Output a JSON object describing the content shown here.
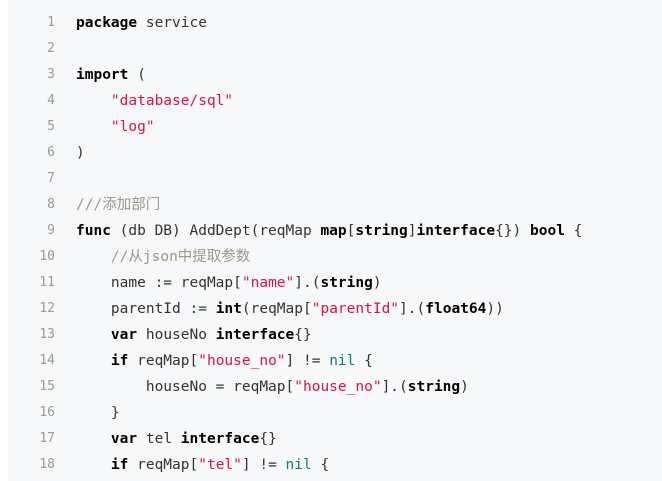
{
  "lines": [
    {
      "n": "1",
      "tokens": [
        {
          "t": "kw",
          "v": "package"
        },
        {
          "t": "pl",
          "v": " service"
        }
      ]
    },
    {
      "n": "2",
      "tokens": []
    },
    {
      "n": "3",
      "tokens": [
        {
          "t": "kw",
          "v": "import"
        },
        {
          "t": "pl",
          "v": " ("
        }
      ]
    },
    {
      "n": "4",
      "tokens": [
        {
          "t": "pl",
          "v": "    "
        },
        {
          "t": "str",
          "v": "\"database/sql\""
        }
      ]
    },
    {
      "n": "5",
      "tokens": [
        {
          "t": "pl",
          "v": "    "
        },
        {
          "t": "str",
          "v": "\"log\""
        }
      ]
    },
    {
      "n": "6",
      "tokens": [
        {
          "t": "pl",
          "v": ")"
        }
      ]
    },
    {
      "n": "7",
      "tokens": []
    },
    {
      "n": "8",
      "tokens": [
        {
          "t": "cmt",
          "v": "///添加部门"
        }
      ]
    },
    {
      "n": "9",
      "tokens": [
        {
          "t": "kw",
          "v": "func"
        },
        {
          "t": "pl",
          "v": " (db DB) AddDept(reqMap "
        },
        {
          "t": "kw",
          "v": "map"
        },
        {
          "t": "pl",
          "v": "["
        },
        {
          "t": "kw",
          "v": "string"
        },
        {
          "t": "pl",
          "v": "]"
        },
        {
          "t": "kw",
          "v": "interface"
        },
        {
          "t": "pl",
          "v": "{}) "
        },
        {
          "t": "kw",
          "v": "bool"
        },
        {
          "t": "pl",
          "v": " {"
        }
      ]
    },
    {
      "n": "10",
      "tokens": [
        {
          "t": "pl",
          "v": "    "
        },
        {
          "t": "cmt",
          "v": "//从json中提取参数"
        }
      ]
    },
    {
      "n": "11",
      "tokens": [
        {
          "t": "pl",
          "v": "    name := reqMap["
        },
        {
          "t": "str",
          "v": "\"name\""
        },
        {
          "t": "pl",
          "v": "].("
        },
        {
          "t": "kw",
          "v": "string"
        },
        {
          "t": "pl",
          "v": ")"
        }
      ]
    },
    {
      "n": "12",
      "tokens": [
        {
          "t": "pl",
          "v": "    parentId := "
        },
        {
          "t": "kw",
          "v": "int"
        },
        {
          "t": "pl",
          "v": "(reqMap["
        },
        {
          "t": "str",
          "v": "\"parentId\""
        },
        {
          "t": "pl",
          "v": "].("
        },
        {
          "t": "kw",
          "v": "float64"
        },
        {
          "t": "pl",
          "v": "))"
        }
      ]
    },
    {
      "n": "13",
      "tokens": [
        {
          "t": "pl",
          "v": "    "
        },
        {
          "t": "kw",
          "v": "var"
        },
        {
          "t": "pl",
          "v": " houseNo "
        },
        {
          "t": "kw",
          "v": "interface"
        },
        {
          "t": "pl",
          "v": "{}"
        }
      ]
    },
    {
      "n": "14",
      "tokens": [
        {
          "t": "pl",
          "v": "    "
        },
        {
          "t": "kw",
          "v": "if"
        },
        {
          "t": "pl",
          "v": " reqMap["
        },
        {
          "t": "str",
          "v": "\"house_no\""
        },
        {
          "t": "pl",
          "v": "] != "
        },
        {
          "t": "nil",
          "v": "nil"
        },
        {
          "t": "pl",
          "v": " {"
        }
      ]
    },
    {
      "n": "15",
      "tokens": [
        {
          "t": "pl",
          "v": "        houseNo = reqMap["
        },
        {
          "t": "str",
          "v": "\"house_no\""
        },
        {
          "t": "pl",
          "v": "].("
        },
        {
          "t": "kw",
          "v": "string"
        },
        {
          "t": "pl",
          "v": ")"
        }
      ]
    },
    {
      "n": "16",
      "tokens": [
        {
          "t": "pl",
          "v": "    }"
        }
      ]
    },
    {
      "n": "17",
      "tokens": [
        {
          "t": "pl",
          "v": "    "
        },
        {
          "t": "kw",
          "v": "var"
        },
        {
          "t": "pl",
          "v": " tel "
        },
        {
          "t": "kw",
          "v": "interface"
        },
        {
          "t": "pl",
          "v": "{}"
        }
      ]
    },
    {
      "n": "18",
      "tokens": [
        {
          "t": "pl",
          "v": "    "
        },
        {
          "t": "kw",
          "v": "if"
        },
        {
          "t": "pl",
          "v": " reqMap["
        },
        {
          "t": "str",
          "v": "\"tel\""
        },
        {
          "t": "pl",
          "v": "] != "
        },
        {
          "t": "nil",
          "v": "nil"
        },
        {
          "t": "pl",
          "v": " {"
        }
      ]
    }
  ]
}
